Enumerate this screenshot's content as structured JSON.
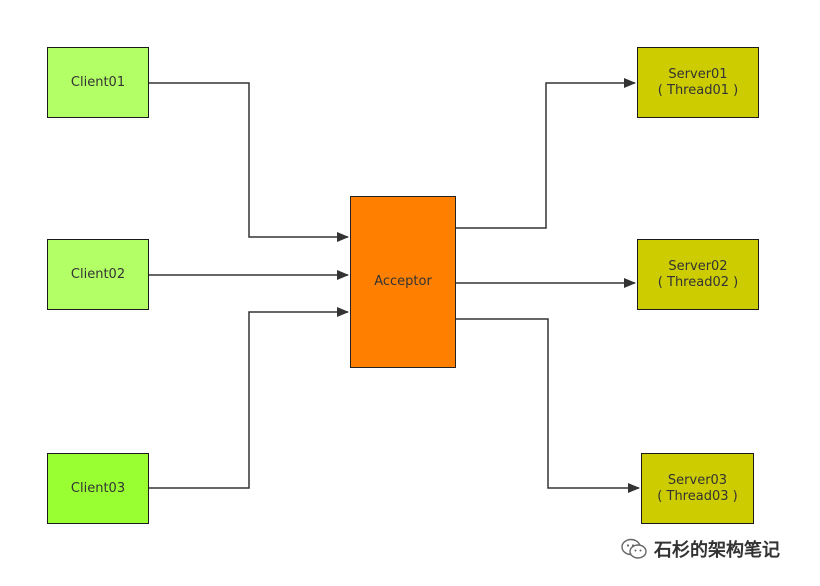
{
  "nodes": {
    "client01": "Client01",
    "client02": "Client02",
    "client03": "Client03",
    "acceptor": "Acceptor",
    "server01": {
      "name": "Server01",
      "thread": "( Thread01 )"
    },
    "server02": {
      "name": "Server02",
      "thread": "( Thread02 )"
    },
    "server03": {
      "name": "Server03",
      "thread": "( Thread03 )"
    }
  },
  "watermark": "石杉的架构笔记",
  "colors": {
    "client": "#b3ff66",
    "client03": "#99ff33",
    "acceptor": "#ff8000",
    "server": "#cccc00",
    "edge": "#333333"
  },
  "edges": [
    {
      "from": "client01",
      "to": "acceptor"
    },
    {
      "from": "client02",
      "to": "acceptor"
    },
    {
      "from": "client03",
      "to": "acceptor"
    },
    {
      "from": "acceptor",
      "to": "server01"
    },
    {
      "from": "acceptor",
      "to": "server02"
    },
    {
      "from": "acceptor",
      "to": "server03"
    }
  ]
}
